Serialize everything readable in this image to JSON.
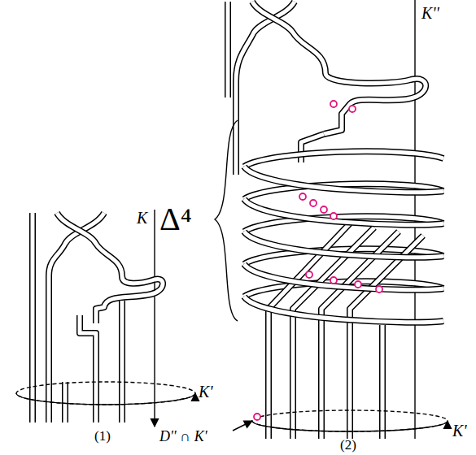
{
  "diagram": {
    "labels": [
      "K",
      "K'",
      "(1)",
      "K''",
      "Δ⁴",
      "K'",
      "D'' ∩ K'",
      "(2)"
    ]
  }
}
